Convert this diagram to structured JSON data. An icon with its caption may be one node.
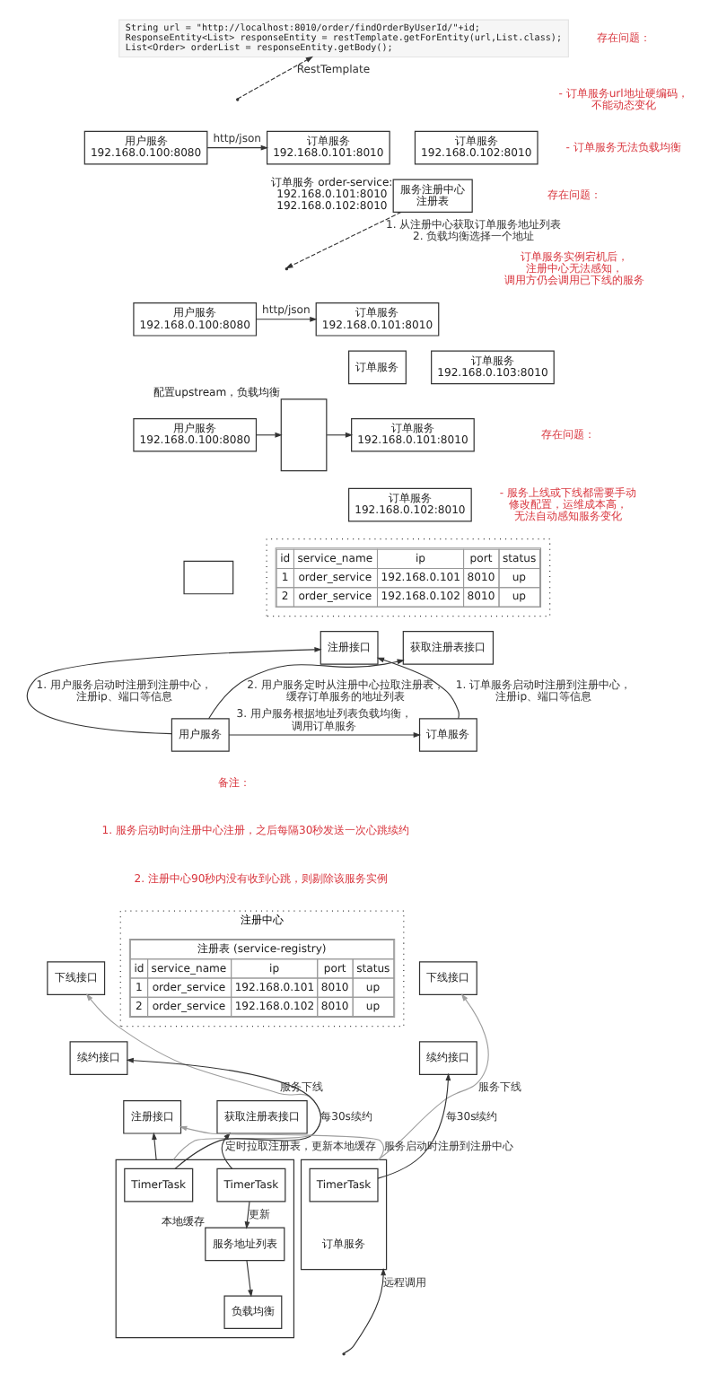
{
  "diagram": {
    "nodes": [
      {
        "text": [
          "String url = \"http://localhost:8010/order/findOrderByUserId/\"+id;",
          "ResponseEntity<List> responseEntity = restTemplate.getForEntity(url,List.class);",
          "List<Order> orderList = responseEntity.getBody();"
        ]
      },
      {
        "text": [
          "用户服务",
          "192.168.0.100:8080"
        ]
      },
      {
        "text": [
          "订单服务",
          "192.168.0.101:8010"
        ]
      },
      {
        "text": [
          "订单服务",
          "192.168.0.102:8010"
        ]
      },
      {
        "text": [
          "服务注册中心",
          "注册表"
        ],
        "beside": [
          "订单服务 order-service: 192.168.0.101:8010 192.168.0.102:8010"
        ]
      },
      {
        "text": [
          "用户服务",
          "192.168.0.100:8080"
        ]
      },
      {
        "text": [
          "订单服务",
          "192.168.0.101:8010"
        ]
      },
      {
        "text": [
          "订单服务"
        ]
      },
      {
        "text": [
          "订单服务",
          "192.168.0.103:8010"
        ]
      },
      {
        "text": [
          "用户服务",
          "192.168.0.100:8080"
        ]
      },
      {
        "text": [],
        "shape": "box",
        "beside": [
          "配置upstream，负载均衡"
        ]
      },
      {
        "text": [
          "订单服务",
          "192.168.0.101:8010"
        ]
      },
      {
        "text": [
          "订单服务",
          "192.168.0.102:8010"
        ]
      },
      {
        "text": [],
        "shape": "box"
      },
      {
        "text": [
          "id",
          "service_name",
          "ip",
          "port",
          "status",
          "1",
          "order_service",
          "192.168.0.101",
          "8010",
          "up",
          "2",
          "order_service",
          "192.168.0.102",
          "8010",
          "up"
        ],
        "in": 13
      },
      {
        "text": [],
        "shape": "box"
      },
      {
        "text": [
          "注册接口"
        ]
      },
      {
        "text": [
          "获取注册表接口"
        ]
      },
      {
        "text": [
          "用户服务"
        ]
      },
      {
        "text": [
          "订单服务"
        ]
      },
      {
        "text": [
          "注册中心"
        ]
      },
      {
        "text": [
          "注册表 (service-registry)",
          "id",
          "service_name",
          "ip",
          "port",
          "status",
          "1",
          "order_service",
          "192.168.0.101",
          "8010",
          "up",
          "2",
          "order_service",
          "192.168.0.102",
          "8010",
          "up"
        ],
        "in": 20
      },
      {
        "text": [
          "下线接口"
        ]
      },
      {
        "text": [
          "续约接口"
        ]
      },
      {
        "text": [
          "下线接口"
        ]
      },
      {
        "text": [
          "续约接口"
        ]
      },
      {
        "text": [
          "注册接口"
        ]
      },
      {
        "text": [
          "获取注册表接口"
        ]
      },
      {
        "text": [],
        "shape": "box"
      },
      {
        "text": [
          "TimerTask"
        ],
        "in": 28
      },
      {
        "text": [
          "TimerTask"
        ],
        "in": 28
      },
      {
        "text": [
          "服务地址列表"
        ],
        "in": 28,
        "beside": [
          "本地缓存"
        ]
      },
      {
        "text": [
          "负载均衡"
        ],
        "in": 28
      },
      {
        "text": [
          "订单服务"
        ]
      },
      {
        "text": [
          "TimerTask"
        ],
        "in": 33
      }
    ],
    "edges": [
      {
        "from": null,
        "to": 0,
        "arrow": "to",
        "label": "RestTemplate",
        "style": "dashed"
      },
      {
        "from": 1,
        "to": 2,
        "arrow": "to",
        "label": "http/json"
      },
      {
        "from": 4,
        "to": null,
        "arrow": "to",
        "label": "1. 从注册中心获取订单服务地址列表 2. 负载均衡选择一个地址",
        "style": "dashed"
      },
      {
        "from": 5,
        "to": 6,
        "arrow": "to",
        "label": "http/json"
      },
      {
        "from": 9,
        "to": 10,
        "arrow": "to"
      },
      {
        "from": 10,
        "to": 11,
        "arrow": "to"
      },
      {
        "from": 18,
        "to": 16,
        "arrow": "to",
        "label": "1. 用户服务启动时注册到注册中心，注册ip、端口等信息"
      },
      {
        "from": 19,
        "to": 16,
        "arrow": "to",
        "label": "1. 订单服务启动时注册到注册中心，注册ip、端口等信息"
      },
      {
        "from": 18,
        "to": 17,
        "arrow": "to",
        "label": "2. 用户服务定时从注册中心拉取注册表，缓存订单服务的地址列表"
      },
      {
        "from": 18,
        "to": 19,
        "arrow": "to",
        "label": "3. 用户服务根据地址列表负载均衡，调用订单服务"
      },
      {
        "from": 28,
        "to": 22,
        "arrow": "to",
        "label": "服务下线",
        "color": "#9e9e9e"
      },
      {
        "from": 29,
        "to": 23,
        "arrow": "to",
        "label": "每30s续约"
      },
      {
        "from": 33,
        "to": 24,
        "arrow": "to",
        "label": "服务下线",
        "color": "#9e9e9e"
      },
      {
        "from": 34,
        "to": 25,
        "arrow": "to",
        "label": "每30s续约"
      },
      {
        "from": 28,
        "to": 26,
        "arrow": "to"
      },
      {
        "from": 33,
        "to": 26,
        "arrow": "to",
        "label": "服务启动时注册到注册中心",
        "color": "#9e9e9e"
      },
      {
        "from": 30,
        "to": 27,
        "arrow": "to",
        "label": "定时拉取注册表，更新本地缓存"
      },
      {
        "from": 30,
        "to": 31,
        "arrow": "to",
        "label": "更新"
      },
      {
        "from": 31,
        "to": 32,
        "arrow": "to"
      },
      {
        "from": null,
        "to": 33,
        "arrow": "to",
        "label": "远程调用"
      }
    ],
    "labels": [
      "存在问题：",
      "- 订单服务url地址硬编码，不能动态变化",
      "- 订单服务无法负载均衡",
      "存在问题：",
      "订单服务实例宕机后，注册中心无法感知，调用方仍会调用已下线的服务",
      "存在问题：",
      "- 服务上线或下线都需要手动修改配置，运维成本高，无法自动感知服务变化",
      "备注：",
      "1. 服务启动时向注册中心注册，之后每隔30秒发送一次心跳续约",
      "2. 注册中心90秒内没有收到心跳，则剔除该服务实例"
    ]
  }
}
